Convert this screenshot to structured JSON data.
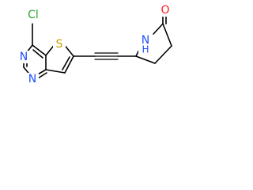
{
  "atoms": {
    "cl": {
      "label": "Cl",
      "color": "#2ca02c"
    },
    "n_top": {
      "label": "N",
      "color": "#1f4fff"
    },
    "n_bottom": {
      "label": "N",
      "color": "#1f4fff"
    },
    "s": {
      "label": "S",
      "color": "#c9a000"
    },
    "nh": {
      "label": "N",
      "sublabel": "H",
      "color": "#1f4fff"
    },
    "o": {
      "label": "O",
      "color": "#ff1f1f"
    }
  }
}
